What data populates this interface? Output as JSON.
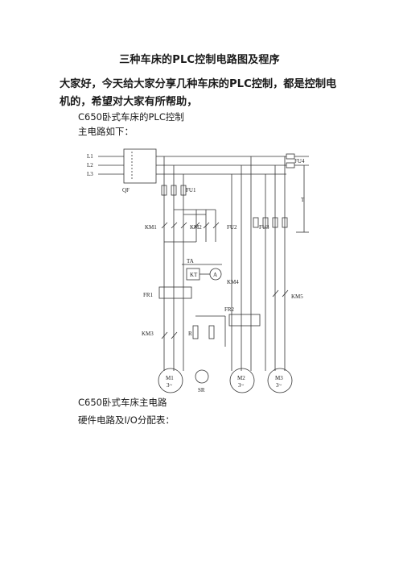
{
  "doc": {
    "title": "三种车床的PLC控制电路图及程序",
    "intro": "大家好，今天给大家分享几种车床的PLC控制，都是控制电机的，希望对大家有所帮助，",
    "line1": "C650卧式车床的PLC控制",
    "line2": "主电路如下：",
    "caption": "C650卧式车床主电路",
    "line4": "硬件电路及I/O分配表："
  },
  "diagram": {
    "labels": {
      "l1": "L1",
      "l2": "L2",
      "l3": "L3",
      "qf": "QF",
      "fu1": "FU1",
      "fu4": "FU4",
      "t": "T",
      "km1": "KM1",
      "km2": "KM2",
      "fu2": "FU2",
      "fu3": "FU3",
      "ta": "TA",
      "kt": "KT",
      "a": "A",
      "km4": "KM4",
      "fr1": "FR1",
      "fr2": "FR2",
      "km5": "KM5",
      "km3": "KM3",
      "r": "R",
      "m1": "M1",
      "m1sub": "3~",
      "sr": "SR",
      "m2": "M2",
      "m2sub": "3~",
      "m3": "M3",
      "m3sub": "3~"
    }
  }
}
